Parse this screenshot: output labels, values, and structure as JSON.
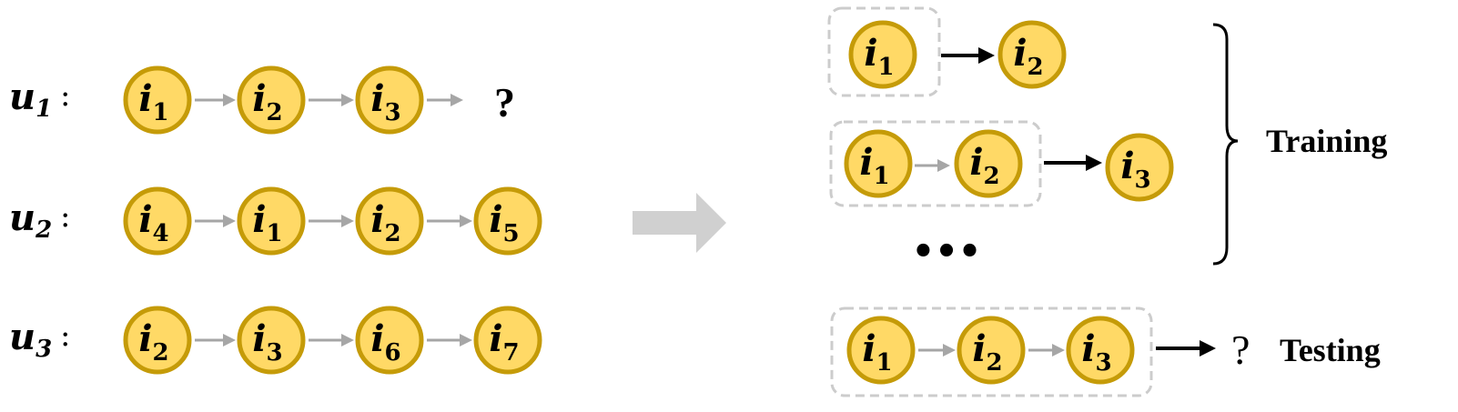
{
  "sequences": [
    {
      "user": "u",
      "user_sub": "1",
      "items": [
        "1",
        "2",
        "3"
      ],
      "end": "?"
    },
    {
      "user": "u",
      "user_sub": "2",
      "items": [
        "4",
        "1",
        "2",
        "5"
      ],
      "end": ""
    },
    {
      "user": "u",
      "user_sub": "3",
      "items": [
        "2",
        "3",
        "6",
        "7"
      ],
      "end": ""
    }
  ],
  "item_letter": "i",
  "colon": ":",
  "training": {
    "label": "Training",
    "examples": [
      {
        "input": [
          "1"
        ],
        "target": "2"
      },
      {
        "input": [
          "1",
          "2"
        ],
        "target": "3"
      }
    ],
    "ellipsis": "•••"
  },
  "testing": {
    "label": "Testing",
    "input": [
      "1",
      "2",
      "3"
    ],
    "target": "?"
  },
  "colors": {
    "node_fill": "#FFD966",
    "node_stroke": "#C59B08",
    "gray_arrow": "#A6A6A6",
    "big_arrow": "#D0D0D0",
    "dash_box": "#CCCCCC"
  }
}
